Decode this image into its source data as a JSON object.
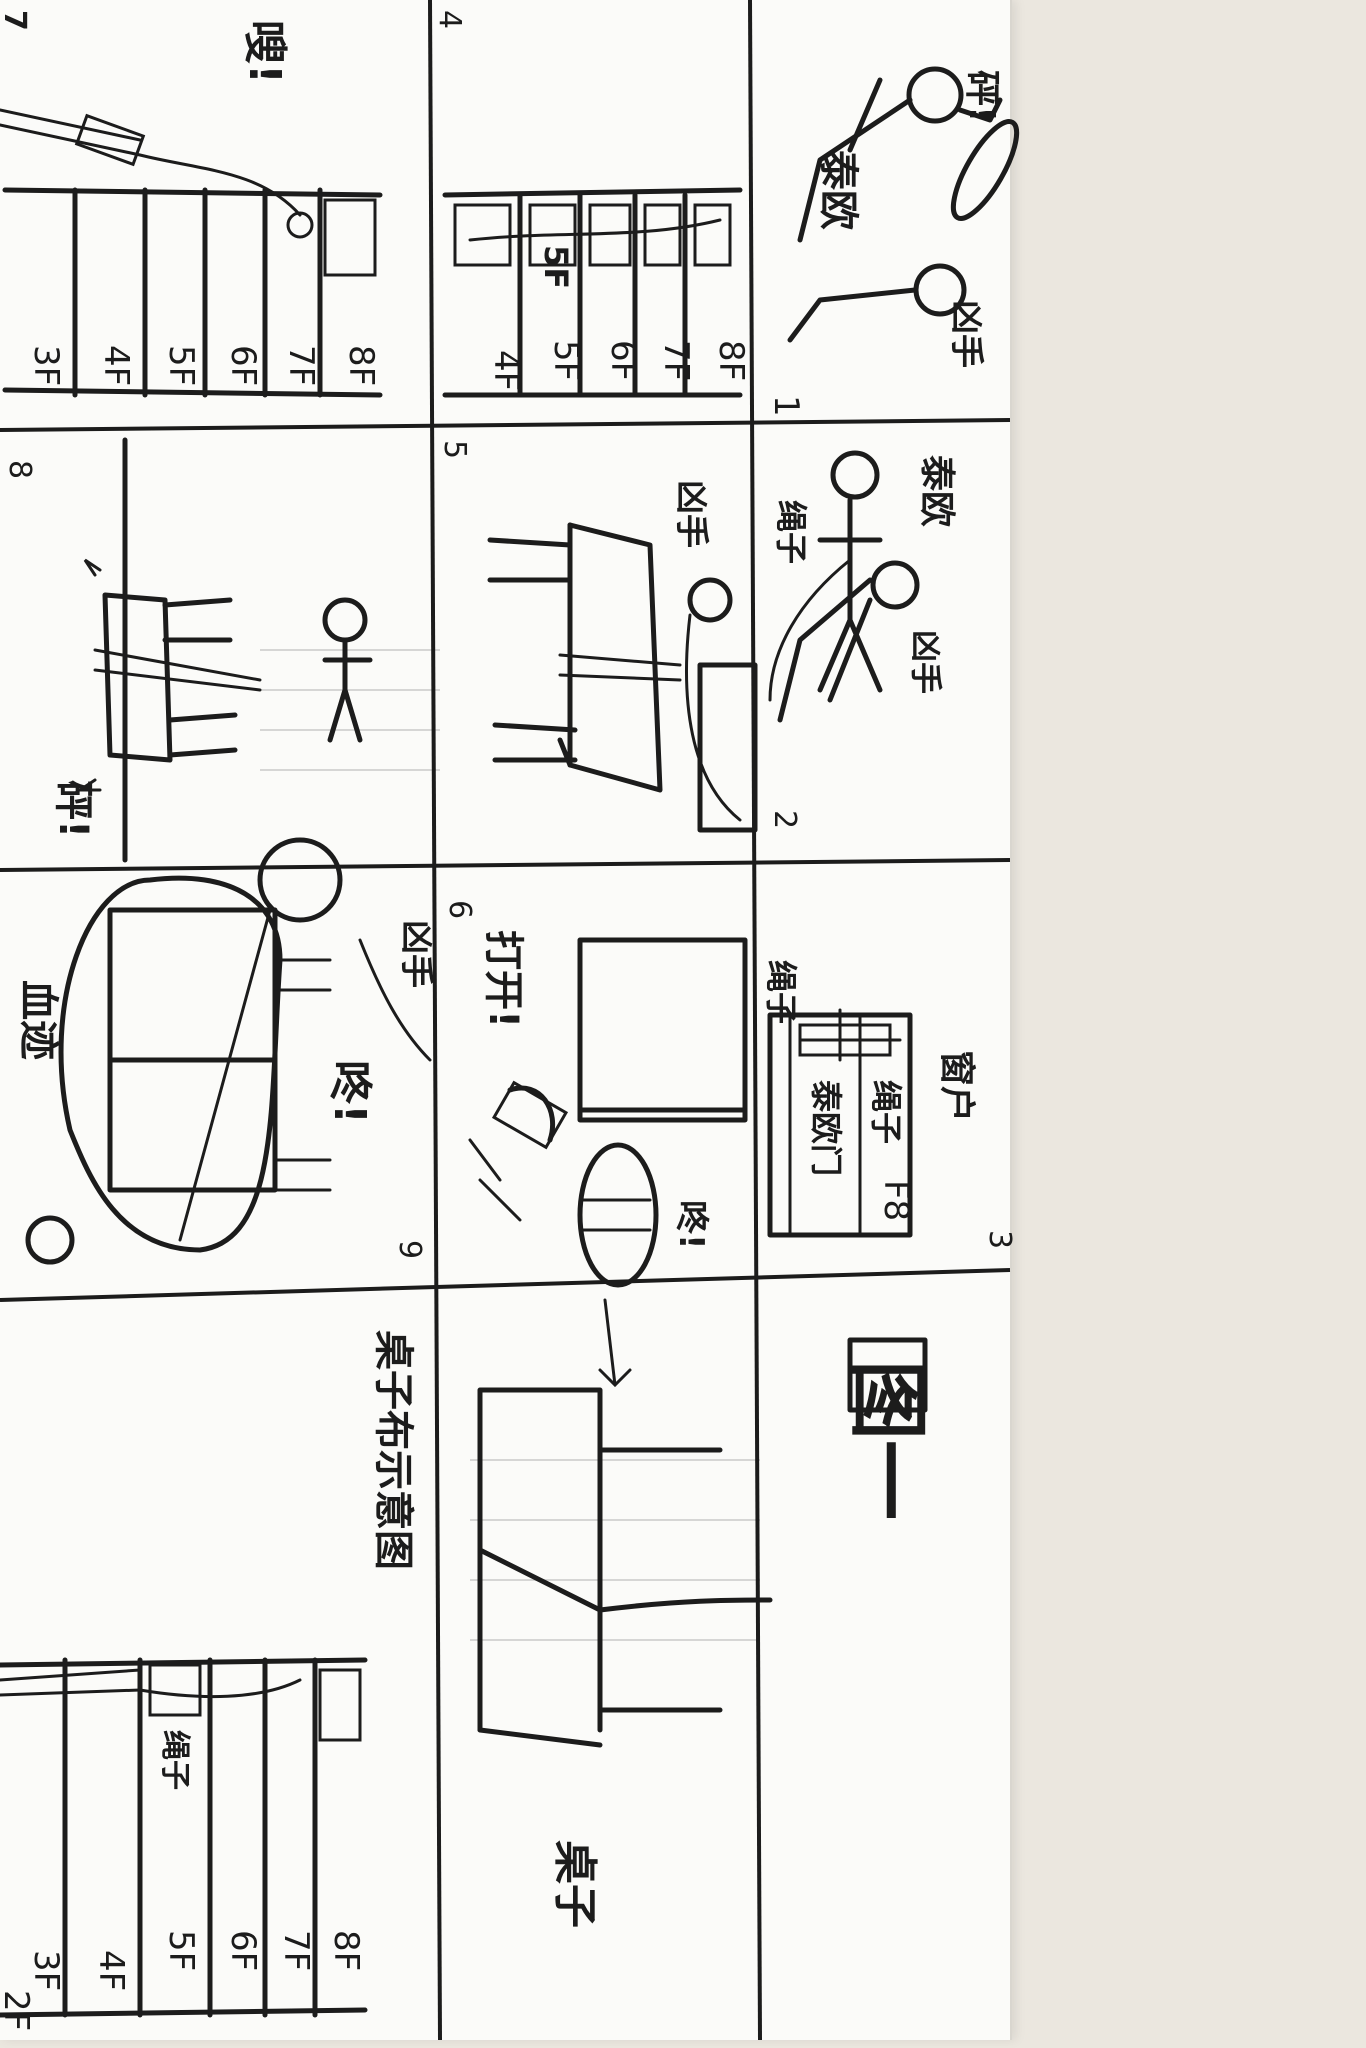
{
  "panels": [
    {
      "num": "1",
      "texts": [
        "泰欧",
        "凶手",
        "砰!"
      ]
    },
    {
      "num": "2",
      "texts": [
        "泰欧",
        "凶手",
        "绳子"
      ]
    },
    {
      "num": "3",
      "texts": [
        "窗户",
        "绳子",
        "泰欧门",
        "F8",
        "绳子"
      ]
    },
    {
      "num": "4",
      "texts": [
        "8F",
        "7F",
        "6F",
        "5F",
        "4F",
        "5F"
      ]
    },
    {
      "num": "5",
      "texts": [
        "凶手"
      ]
    },
    {
      "num": "6",
      "texts": [
        "打开!",
        "咚!"
      ]
    },
    {
      "num": "7",
      "texts": [
        "8F",
        "7F",
        "6F",
        "5F",
        "4F",
        "3F",
        "嗖!"
      ]
    },
    {
      "num": "8",
      "texts": [
        "砰!"
      ]
    },
    {
      "num": "9",
      "texts": [
        "凶手",
        "咚!",
        "血迹"
      ]
    },
    {
      "num": "",
      "texts": [
        "图一"
      ]
    },
    {
      "num": "",
      "texts": [
        "桌子",
        "桌子布示意图"
      ]
    },
    {
      "num": "",
      "texts": [
        "8F",
        "7F",
        "6F",
        "5F",
        "4F",
        "3F",
        "2F",
        "绳子"
      ]
    }
  ]
}
